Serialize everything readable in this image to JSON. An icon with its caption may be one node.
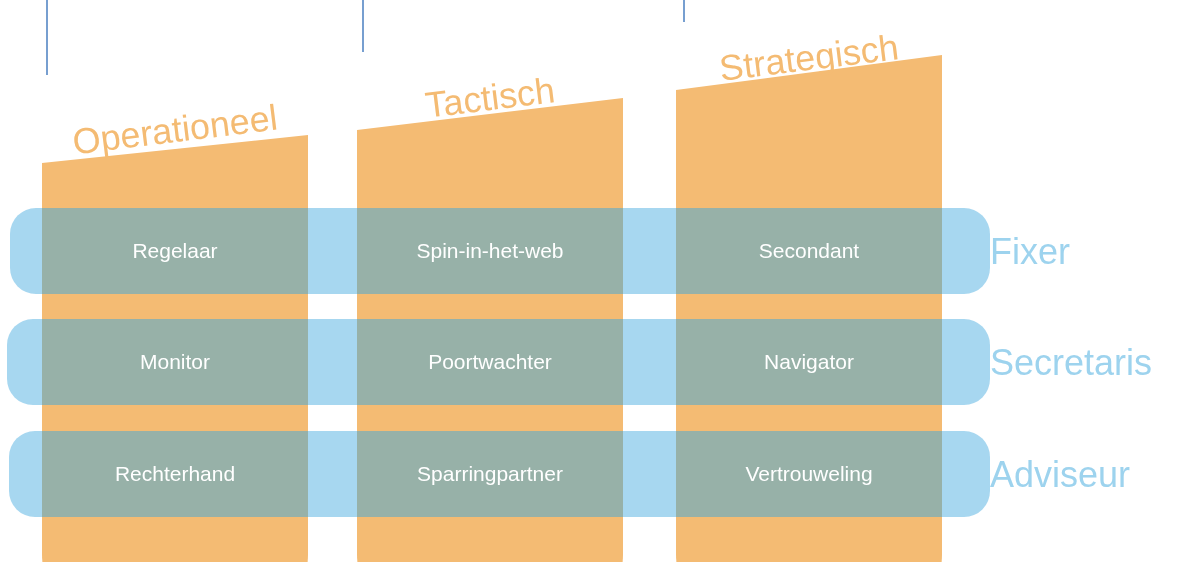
{
  "diagram": {
    "nodes": [
      {
        "text": [
          "Operationeel"
        ]
      },
      {
        "text": [
          "Tactisch"
        ]
      },
      {
        "text": [
          "Strategisch"
        ]
      },
      {
        "text": [
          "Fixer"
        ]
      },
      {
        "text": [
          "Secretaris"
        ]
      },
      {
        "text": [
          "Adviseur"
        ]
      },
      {
        "text": [
          "Regelaar"
        ]
      },
      {
        "text": [
          "Spin-in-het-web"
        ]
      },
      {
        "text": [
          "Secondant"
        ]
      },
      {
        "text": [
          "Monitor"
        ]
      },
      {
        "text": [
          "Poortwachter"
        ]
      },
      {
        "text": [
          "Navigator"
        ]
      },
      {
        "text": [
          "Rechterhand"
        ]
      },
      {
        "text": [
          "Sparringpartner"
        ]
      },
      {
        "text": [
          "Vertrouweling"
        ]
      }
    ]
  }
}
